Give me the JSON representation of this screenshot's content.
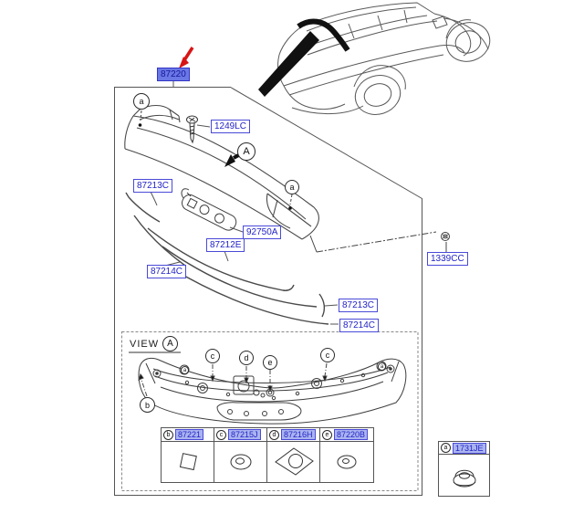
{
  "diagram": {
    "selected_part": "87220",
    "callouts": {
      "main": "87220",
      "screw_top": "1249LC",
      "strip_upper_left": "87213C",
      "lamp": "92750A",
      "strip_middle": "87212E",
      "strip_lower_left": "87214C",
      "strip_upper_right": "87213C",
      "strip_lower_right": "87214C",
      "nut_right": "1339CC"
    },
    "view_label": {
      "title": "VIEW",
      "marker": "A"
    },
    "markers": {
      "a": "a",
      "A": "A",
      "b": "b",
      "c": "c",
      "d": "d",
      "e": "e"
    },
    "legend": {
      "cells": [
        {
          "letter": "b",
          "part": "87221"
        },
        {
          "letter": "c",
          "part": "87215J"
        },
        {
          "letter": "d",
          "part": "87216H"
        },
        {
          "letter": "e",
          "part": "87220B"
        }
      ]
    },
    "side_item": {
      "letter": "a",
      "part": "1731JE"
    },
    "colors": {
      "label_text": "#2323c8",
      "label_border": "#4a4ad8",
      "highlight_bg": "#6a78e6",
      "legend_label_bg": "#aab4ef",
      "arrow_red": "#d81414",
      "line": "#4a4a4a"
    }
  }
}
